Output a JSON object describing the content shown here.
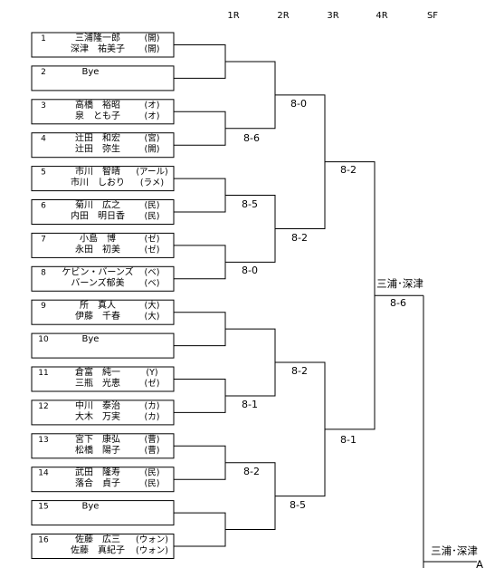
{
  "rounds": [
    "1R",
    "2R",
    "3R",
    "4R",
    "SF"
  ],
  "entries": [
    {
      "seed": "1",
      "players": [
        {
          "name": "三浦隆一郎",
          "club": "(開)"
        },
        {
          "name": "深津　祐美子",
          "club": "(開)"
        }
      ]
    },
    {
      "seed": "2",
      "bye": "Bye"
    },
    {
      "seed": "3",
      "players": [
        {
          "name": "高橋　裕昭",
          "club": "(オ)"
        },
        {
          "name": "泉　とも子",
          "club": "(オ)"
        }
      ]
    },
    {
      "seed": "4",
      "players": [
        {
          "name": "辻田　和宏",
          "club": "(宮)"
        },
        {
          "name": "辻田　弥生",
          "club": "(開)"
        }
      ]
    },
    {
      "seed": "5",
      "players": [
        {
          "name": "市川　智晴",
          "club": "(アール)"
        },
        {
          "name": "市川　しおり",
          "club": "(ラメ)"
        }
      ]
    },
    {
      "seed": "6",
      "players": [
        {
          "name": "菊川　広之",
          "club": "(民)"
        },
        {
          "name": "内田　明日香",
          "club": "(民)"
        }
      ]
    },
    {
      "seed": "7",
      "players": [
        {
          "name": "小島　博",
          "club": "(ゼ)"
        },
        {
          "name": "永田　初美",
          "club": "(ゼ)"
        }
      ]
    },
    {
      "seed": "8",
      "players": [
        {
          "name": "ケビン・バーンズ",
          "club": "(ベ)"
        },
        {
          "name": "バーンズ郁美",
          "club": "(ベ)"
        }
      ]
    },
    {
      "seed": "9",
      "players": [
        {
          "name": "所　真人",
          "club": "(大)"
        },
        {
          "name": "伊藤　千春",
          "club": "(大)"
        }
      ]
    },
    {
      "seed": "10",
      "bye": "Bye"
    },
    {
      "seed": "11",
      "players": [
        {
          "name": "倉富　純一",
          "club": "(Y)"
        },
        {
          "name": "三瓶　光恵",
          "club": "(ゼ)"
        }
      ]
    },
    {
      "seed": "12",
      "players": [
        {
          "name": "中川　泰治",
          "club": "(カ)"
        },
        {
          "name": "大木　万実",
          "club": "(カ)"
        }
      ]
    },
    {
      "seed": "13",
      "players": [
        {
          "name": "宮下　康弘",
          "club": "(曹)"
        },
        {
          "name": "松橋　陽子",
          "club": "(曹)"
        }
      ]
    },
    {
      "seed": "14",
      "players": [
        {
          "name": "武田　隆寿",
          "club": "(民)"
        },
        {
          "name": "落合　貞子",
          "club": "(民)"
        }
      ]
    },
    {
      "seed": "15",
      "bye": "Bye"
    },
    {
      "seed": "16",
      "players": [
        {
          "name": "佐藤　広三",
          "club": "(ウォン)"
        },
        {
          "name": "佐藤　真紀子",
          "club": "(ウォン)"
        }
      ]
    }
  ],
  "scores": {
    "r1": [
      "8-6",
      "8-5",
      "8-0",
      "8-1",
      "8-2"
    ],
    "r2": [
      "8-0",
      "8-2",
      "8-2",
      "8-5"
    ],
    "r3": [
      "8-2",
      "8-1"
    ],
    "r4": [
      "8-6"
    ]
  },
  "winners": {
    "r4": "三浦･深津",
    "sf": "三浦･深津",
    "sf_next": "A"
  }
}
